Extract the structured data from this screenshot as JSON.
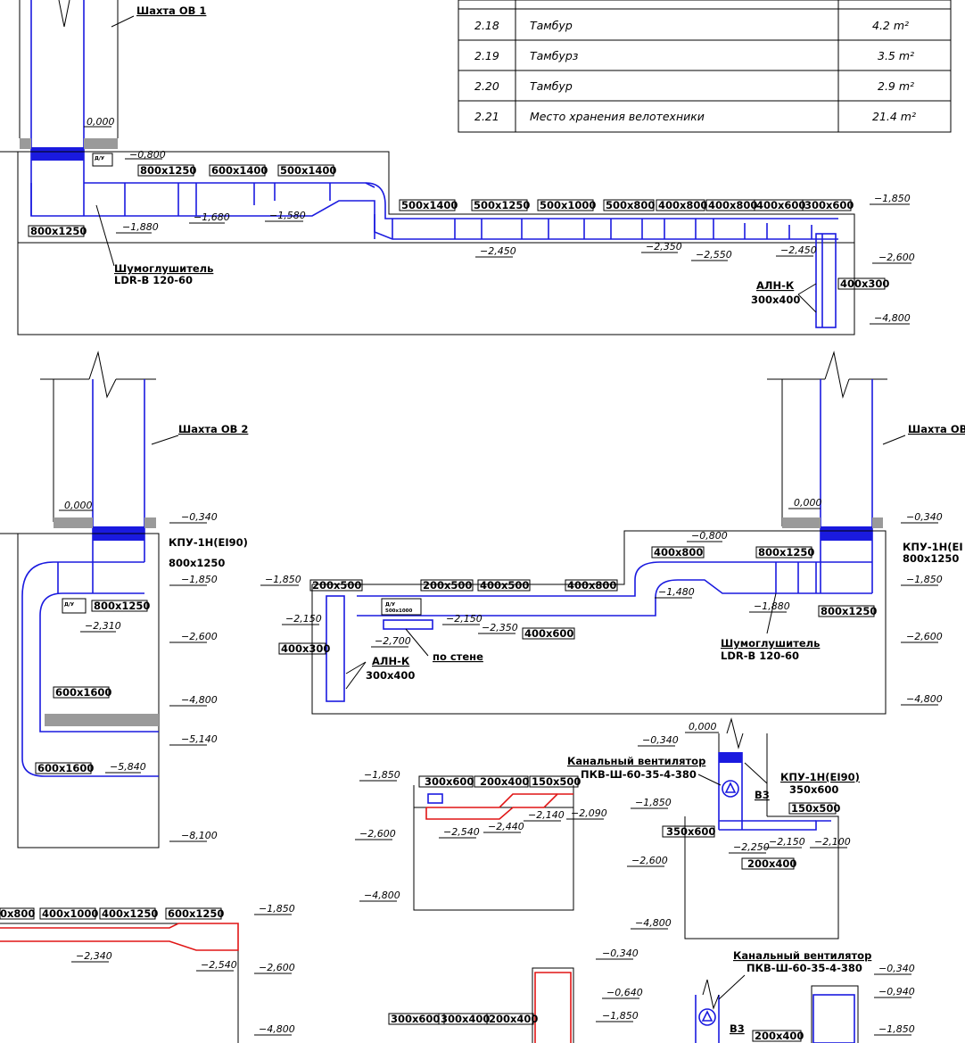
{
  "table": {
    "rows": [
      {
        "num": "2.18",
        "name": "Тамбур",
        "area": "4.2 m²"
      },
      {
        "num": "2.19",
        "name": "Тамбурз",
        "area": "3.5 m²"
      },
      {
        "num": "2.20",
        "name": "Тамбур",
        "area": "2.9 m²"
      },
      {
        "num": "2.21",
        "name": "Место хранения велотехники",
        "area": "21.4 m²"
      }
    ]
  },
  "shafts": {
    "ov1": "Шахта ОВ 1",
    "ov2": "Шахта ОВ 2",
    "ov2b": "Шахта ОВ"
  },
  "equipment": {
    "kpu_left": "КПУ-1Н(EI90)",
    "kpu_left_size": "800x1250",
    "kpu_right": "КПУ-1Н(EI",
    "kpu_right_size": "800x1250",
    "kpu_b3": "КПУ-1Н(EI90)",
    "kpu_b3_size": "350x600",
    "silencer": "Шумоглушитель",
    "silencer_model": "LDR-B 120-60",
    "aln": "АЛН-К",
    "aln_size": "300x400",
    "fan": "Канальный вентилятор",
    "fan_model": "ПКВ-Ш-60-35-4-380",
    "b3": "В3",
    "po_stene": "по стене",
    "valve": "Д/У",
    "valve_size": "500x1000"
  },
  "top_sizes": [
    "800x1250",
    "600x1400",
    "500x1400",
    "500x1400",
    "500x1250",
    "500x1000",
    "500x800",
    "400x800",
    "400x800",
    "400x600",
    "300x600",
    "800x1250",
    "400x300"
  ],
  "mid_left_sizes": [
    "800x1250",
    "600x1600",
    "600x1600"
  ],
  "mid_right_sizes": [
    "200x500",
    "200x500",
    "400x500",
    "400x800",
    "400x800",
    "800x1250",
    "800x1250",
    "400x600",
    "400x300"
  ],
  "small_sizes": [
    "300x600",
    "200x400",
    "150x500",
    "150x500",
    "350x600",
    "200x400"
  ],
  "bottom_sizes": [
    "0x800",
    "400x1000",
    "400x1250",
    "600x1250",
    "300x600",
    "300x400",
    "200x400",
    "200x400"
  ],
  "levels": {
    "top": [
      "0,000",
      "−0,800",
      "−1,880",
      "−1,680",
      "−1,580",
      "−2,450",
      "−2,350",
      "−2,550",
      "−2,450",
      "−1,850",
      "−2,600",
      "−4,800"
    ],
    "midleft": [
      "0,000",
      "−0,340",
      "−1,850",
      "−2,310",
      "−2,600",
      "−4,800",
      "−5,140",
      "−5,840",
      "−8,100"
    ],
    "midright": [
      "−1,850",
      "−2,150",
      "−2,700",
      "−2,150",
      "−2,350",
      "−1,480",
      "−0,800",
      "−1,880",
      "0,000",
      "−0,340",
      "−1,850",
      "−2,600",
      "−4,800"
    ],
    "small": [
      "−1,850",
      "−2,600",
      "−4,800",
      "−2,540",
      "−2,440",
      "−2,140",
      "−2,090",
      "0,000",
      "−0,340",
      "−1,850",
      "−2,600",
      "−4,800",
      "−2,250",
      "−2,150",
      "−2,100"
    ],
    "bottom": [
      "−1,850",
      "−2,340",
      "−2,540",
      "−2,600",
      "−4,800",
      "−0,340",
      "−0,640",
      "−1,850",
      "−0,340",
      "−0,940",
      "−1,850"
    ]
  }
}
